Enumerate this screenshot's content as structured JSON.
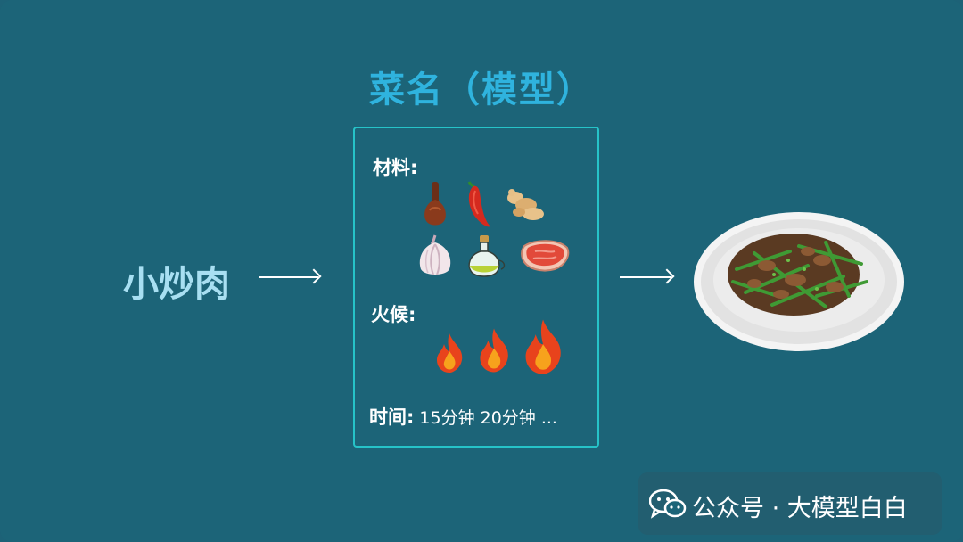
{
  "title": "菜名（模型）",
  "input_dish": "小炒肉",
  "model_box": {
    "materials_label": "材料:",
    "heat_label": "火候:",
    "time_label": "时间:",
    "time_values": "15分钟  20分钟  ...",
    "ingredient_icons": [
      "soy-sauce-icon",
      "chili-pepper-icon",
      "ginger-icon",
      "garlic-icon",
      "oil-bottle-icon",
      "raw-meat-icon"
    ],
    "heat_levels": [
      "small-flame-icon",
      "medium-flame-icon",
      "large-flame-icon"
    ]
  },
  "output": {
    "image": "stir-fried-pork-dish-image"
  },
  "watermark": {
    "text": "公众号 · 大模型白白",
    "icon": "wechat-icon"
  },
  "colors": {
    "background": "#1c6478",
    "title": "#2fb3de",
    "dish_name": "#a8dff2",
    "box_border": "#26c3c8",
    "flame": "#e8431c"
  }
}
